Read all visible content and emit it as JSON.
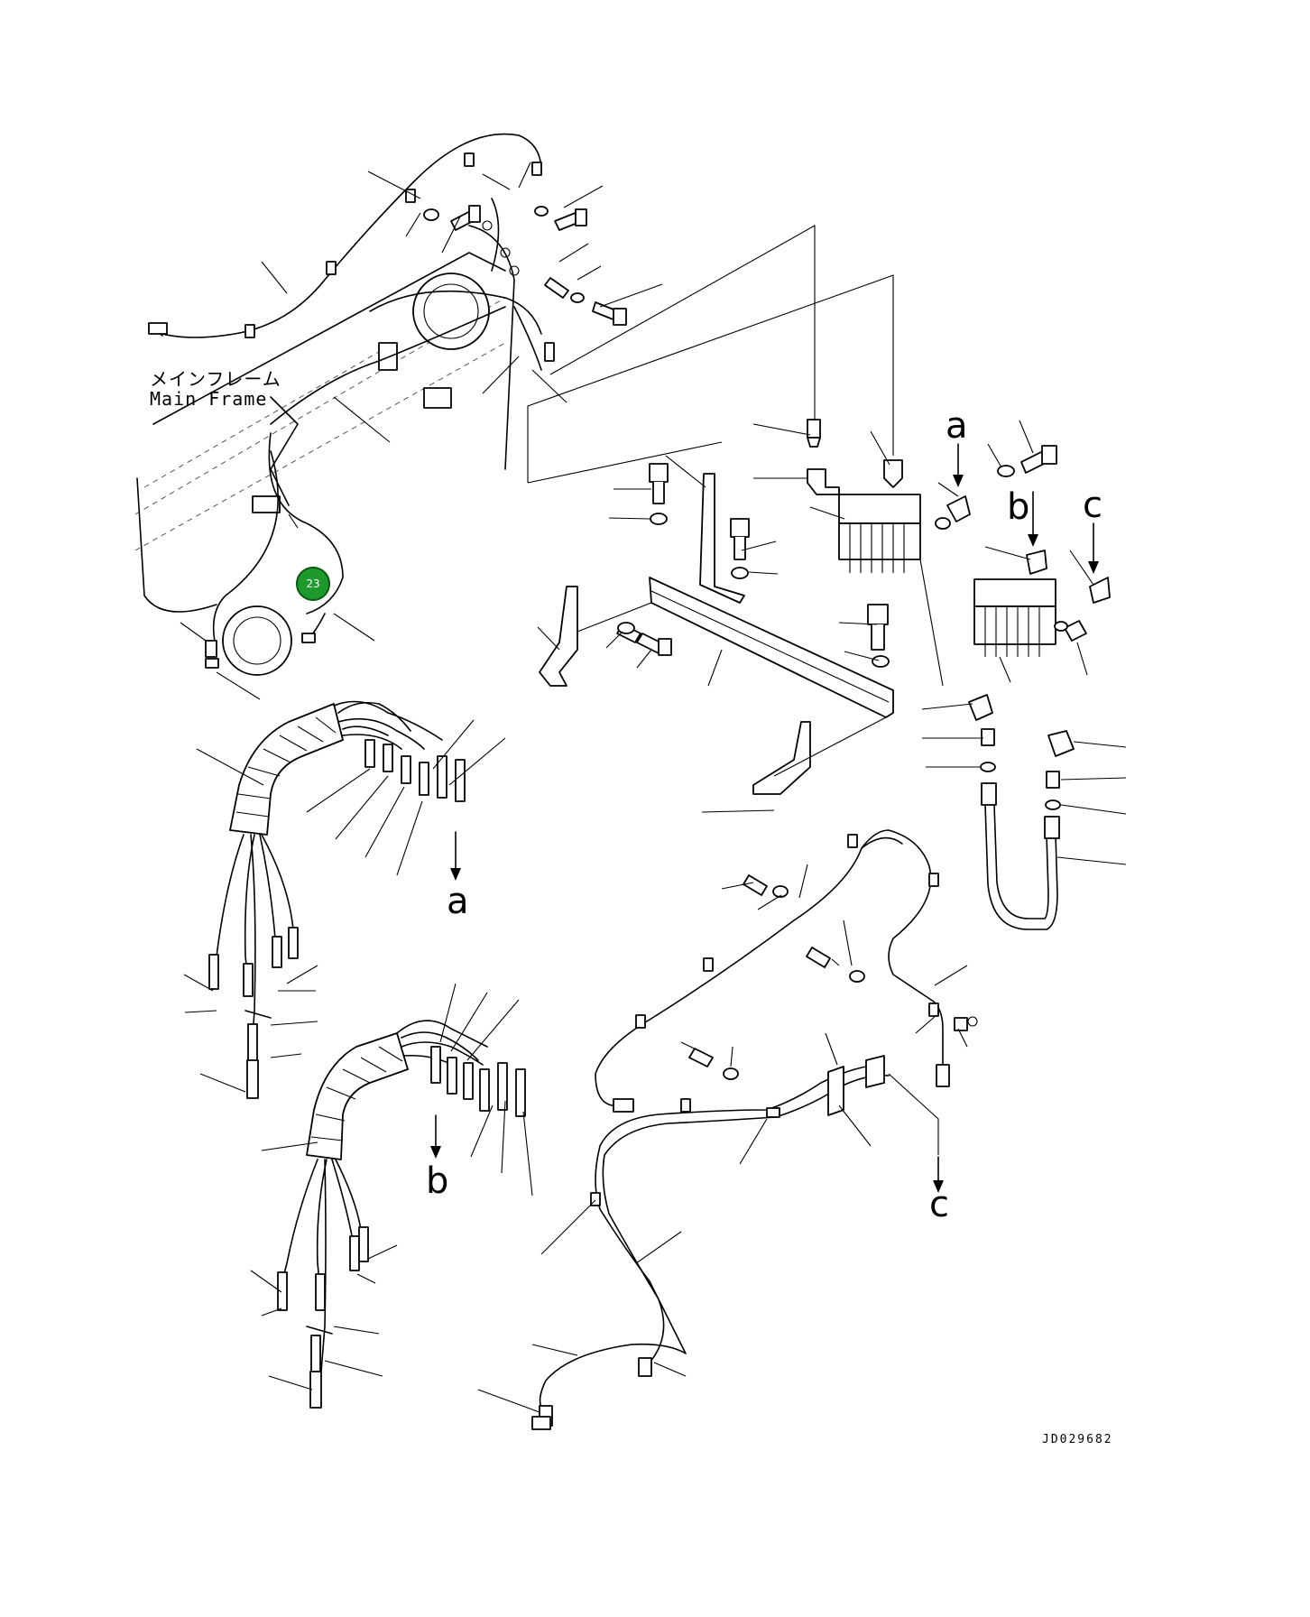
{
  "labels": {
    "frame_jp": "メインフレーム",
    "frame_en": "Main Frame",
    "arrow_a_top": "a",
    "arrow_b_top": "b",
    "arrow_c_top": "c",
    "arrow_a_bottom": "a",
    "arrow_b_bottom": "b",
    "arrow_c_bottom": "c",
    "drawing_code": "JD029682"
  },
  "hotspot": {
    "number": "23",
    "color": "#1e9a2c"
  },
  "icons": [
    "callout-badge",
    "connection-arrow"
  ]
}
